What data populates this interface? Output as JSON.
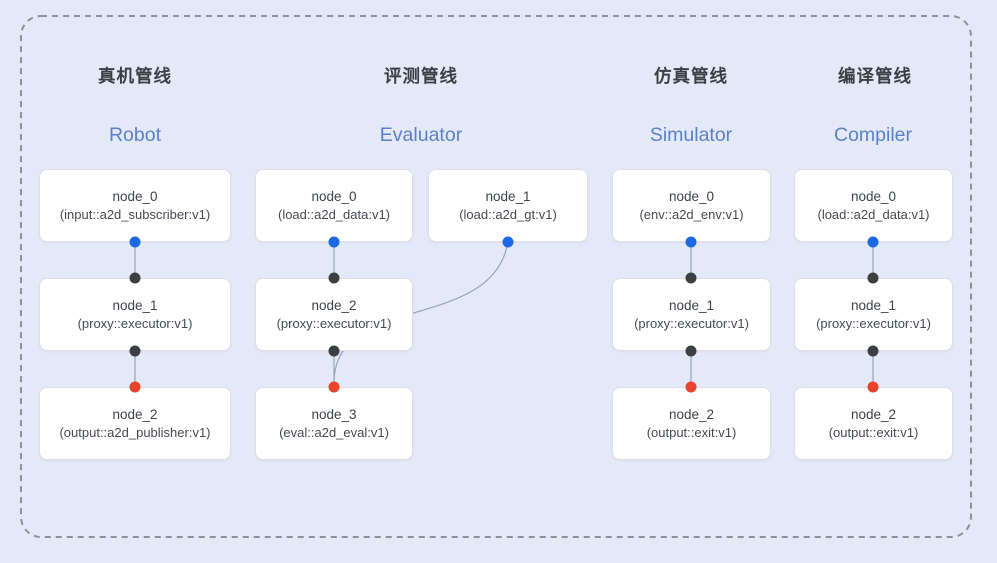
{
  "diagram": {
    "background_color": "#e4e9f7",
    "frame_border_color": "#8b919c",
    "edge_color": "#98a4bc",
    "accent_header_color": "#5c80c7",
    "port_colors": {
      "source_port": "#1c69e3",
      "input_port": "#3c4043",
      "sink_port": "#e9432d"
    }
  },
  "pipelines": [
    {
      "name_zh": "真机管线",
      "name_en": "Robot",
      "nodes": [
        {
          "title": "node_0",
          "subtitle": "(input::a2d_subscriber:v1)"
        },
        {
          "title": "node_1",
          "subtitle": "(proxy::executor:v1)"
        },
        {
          "title": "node_2",
          "subtitle": "(output::a2d_publisher:v1)"
        }
      ]
    },
    {
      "name_zh": "评测管线",
      "name_en": "Evaluator",
      "nodes": [
        {
          "title": "node_0",
          "subtitle": "(load::a2d_data:v1)"
        },
        {
          "title": "node_1",
          "subtitle": "(load::a2d_gt:v1)"
        },
        {
          "title": "node_2",
          "subtitle": "(proxy::executor:v1)"
        },
        {
          "title": "node_3",
          "subtitle": "(eval::a2d_eval:v1)"
        }
      ]
    },
    {
      "name_zh": "仿真管线",
      "name_en": "Simulator",
      "nodes": [
        {
          "title": "node_0",
          "subtitle": "(env::a2d_env:v1)"
        },
        {
          "title": "node_1",
          "subtitle": "(proxy::executor:v1)"
        },
        {
          "title": "node_2",
          "subtitle": "(output::exit:v1)"
        }
      ]
    },
    {
      "name_zh": "编译管线",
      "name_en": "Compiler",
      "nodes": [
        {
          "title": "node_0",
          "subtitle": "(load::a2d_data:v1)"
        },
        {
          "title": "node_1",
          "subtitle": "(proxy::executor:v1)"
        },
        {
          "title": "node_2",
          "subtitle": "(output::exit:v1)"
        }
      ]
    }
  ]
}
